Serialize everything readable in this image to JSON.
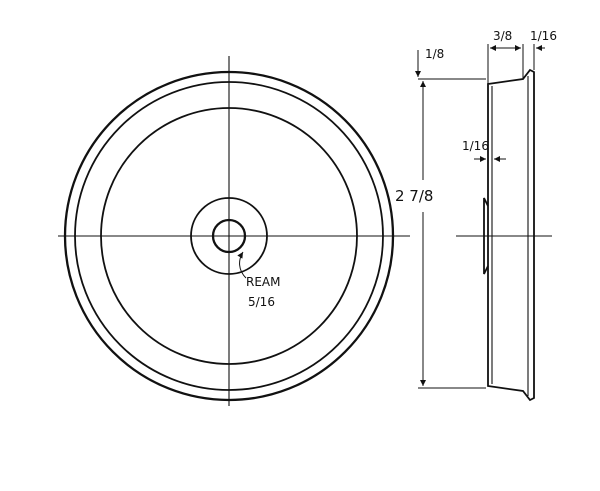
{
  "labels": {
    "front_ream": "REAM",
    "front_ream_size": "5/16",
    "side_top_flange": "1/8",
    "side_depth": "3/8",
    "side_rim": "1/16",
    "side_diameter": "2 7/8",
    "side_inner_step": "1/16"
  }
}
